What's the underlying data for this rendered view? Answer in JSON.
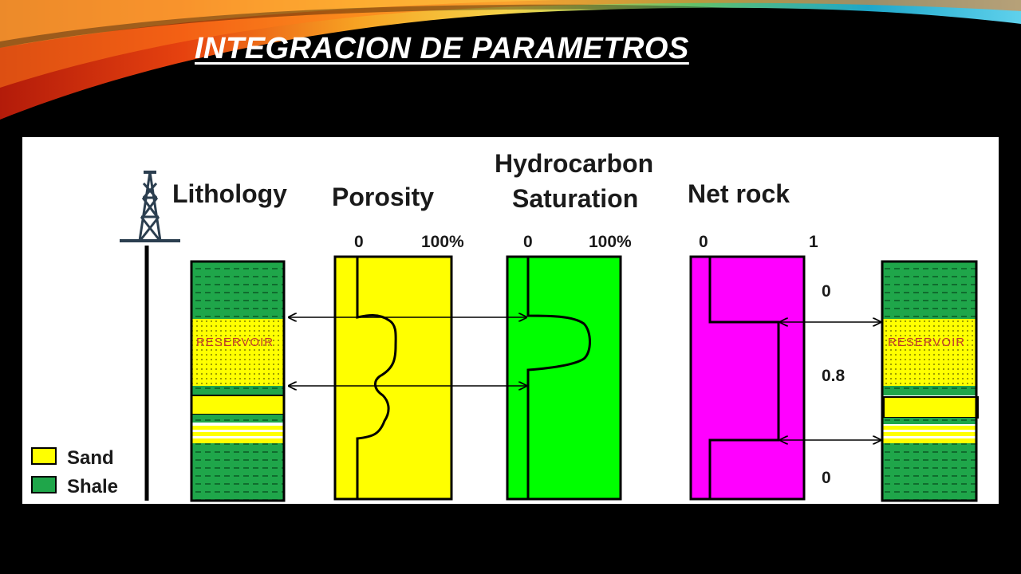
{
  "slide": {
    "title": "INTEGRACION DE PARAMETROS"
  },
  "diagram": {
    "headers": {
      "lithology": "Lithology",
      "porosity": "Porosity",
      "hc_line1": "Hydrocarbon",
      "hc_line2": "Saturation",
      "net_rock": "Net rock"
    },
    "scales": {
      "porosity_min": "0",
      "porosity_max": "100%",
      "hc_min": "0",
      "hc_max": "100%",
      "net_min": "0",
      "net_max": "1"
    },
    "net_values": [
      "0",
      "0.8",
      "0"
    ],
    "reservoir_label": "RESERVOIR",
    "legend": [
      {
        "label": "Sand",
        "color": "#ffff00"
      },
      {
        "label": "Shale",
        "color": "#1fa64a"
      }
    ],
    "colors": {
      "sand": "#ffff00",
      "shale": "#1fa64a",
      "porosity_track": "#ffff00",
      "hc_track": "#00ff00",
      "net_track": "#ff00ff"
    }
  }
}
